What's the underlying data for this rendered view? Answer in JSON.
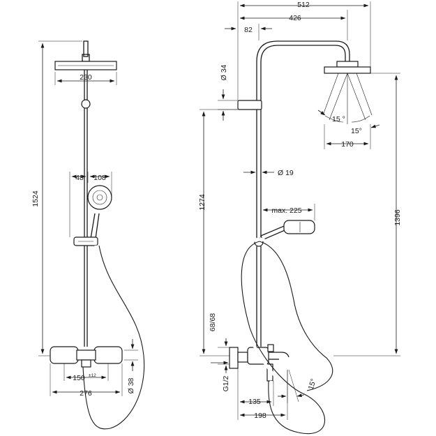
{
  "front_view": {
    "dims": {
      "total_height": "1524",
      "head_diameter": "230",
      "handshower_offset": "48",
      "handshower_diameter": "108",
      "valve_spacing": "150",
      "valve_tolerance": "±12",
      "valve_width": "276",
      "valve_diameter": "Ø 38"
    }
  },
  "side_view": {
    "dims": {
      "total_projection": "512",
      "arm_reach": "426",
      "wall_offset": "82",
      "pipe_diameter": "Ø 34",
      "riser_diameter": "Ø 19",
      "rail_height": "1274",
      "hand_reach": "max. 225",
      "head_height": "1396",
      "head_width": "170",
      "spray_angle_a": "15 °",
      "spray_angle_b": "15°",
      "connection_spacing": "68/68",
      "thread": "G1/2",
      "spout_reach": "135",
      "spout_length": "198",
      "spout_angle": "15°"
    }
  }
}
